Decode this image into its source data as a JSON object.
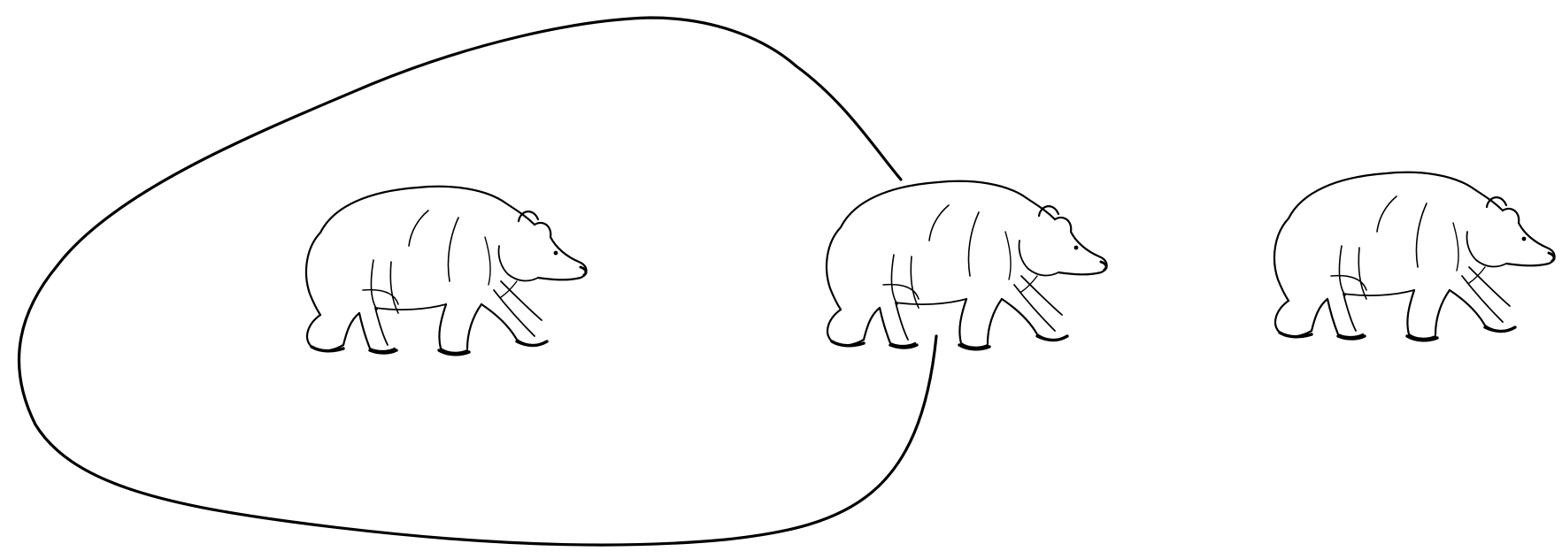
{
  "figure": {
    "background_color": "#ffffff",
    "line_color": "#000000",
    "grouping_loop": {
      "shape": "closed-curve",
      "encloses": [
        "bear-1"
      ],
      "partially_overlaps": [
        "bear-2"
      ]
    },
    "bears": [
      {
        "id": "bear-1",
        "icon": "polar-bear-icon",
        "facing": "right",
        "inside_loop": true
      },
      {
        "id": "bear-2",
        "icon": "polar-bear-icon",
        "facing": "right",
        "inside_loop": false
      },
      {
        "id": "bear-3",
        "icon": "polar-bear-icon",
        "facing": "right",
        "inside_loop": false
      }
    ]
  }
}
